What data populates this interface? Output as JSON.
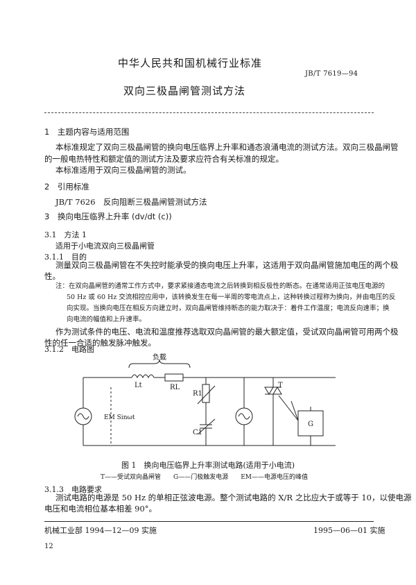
{
  "header": {
    "title": "中华人民共和国机械行业标准",
    "doc_number": "JB/T 7619—94",
    "subtitle": "双向三极晶闸管测试方法"
  },
  "sections": {
    "s1_heading": "1　主题内容与适用范围",
    "s1_p1_line1": "本标准规定了双向三极晶闸管的换向电压临界上升率和通态浪涌电流的测试方法。双向三极晶闸管",
    "s1_p1_line2": "的一般电热特性和额定值的测试方法及要求应符合有关标准的规定。",
    "s1_p2": "本标准适用于双向三极晶闸管的测试。",
    "s2_heading": "2　引用标准",
    "s2_ref": "JB/T 7626　反向阻断三极晶闸管测试方法",
    "s3_heading": "3　换向电压临界上升率 (dv/dt (c))",
    "s31_heading": "3.1　方法 1",
    "s31_text": "适用于小电流双向三极晶闸管",
    "s311_heading": "3.1.1　目的",
    "s311_line1": "测量双向三极晶闸管在不失控时能承受的换向电压上升率，这适用于双向晶闸管施加电压的两个极",
    "s311_line2": "性。",
    "note_line1": "注：在双向晶闸管的通常工作方式中，要求紧接通态电流之后转换到相反极性的断态。在通常适用正弦电压电源的",
    "note_line2": "50 Hz 或 60 Hz 交流相控应用中，该转换发生在每一半周的零电流点上，这种转换过程称为换向，并由电压的反",
    "note_line3": "向实现。当换向电压在相反方向建立时，双向晶闸管维持断态的能力取决于：着件工作温度；电流反向速率；换",
    "note_line4": "向电流的幅值和上升速率。",
    "cond_line1": "作为测试条件的电压、电流和温度推荐选取双向晶闸管的最大额定值，受试双向晶闸管可用两个极",
    "cond_line2": "性的任一合适的触发脉冲触发。",
    "s312_heading": "3.1.2　电路图",
    "s313_heading": "3.1.3　电路要求",
    "s313_line1": "测试电路的电源是 50 Hz 的单相正弦波电源。整个测试电路的 X/R 之比应大于或等于 10，以使电源",
    "s313_line2": "电压和电流相位基本相差 90°。"
  },
  "figure": {
    "load_label": "负载",
    "lt": "Lt",
    "rl": "RL",
    "r1": "R1",
    "c1": "C1",
    "source_label": "EM Sinωt",
    "thyristor": "T",
    "gate_box": "G",
    "caption": "图 1　换向电压临界上升率测试电路(适用于小电流)",
    "legend": "T——受试双向晶闸管　　G——门极触发电源　　EM——电源电压的峰值"
  },
  "footer": {
    "left": "机械工业部 1994—12—09 实施",
    "right": "1995—06—01 实施",
    "page": "12"
  }
}
